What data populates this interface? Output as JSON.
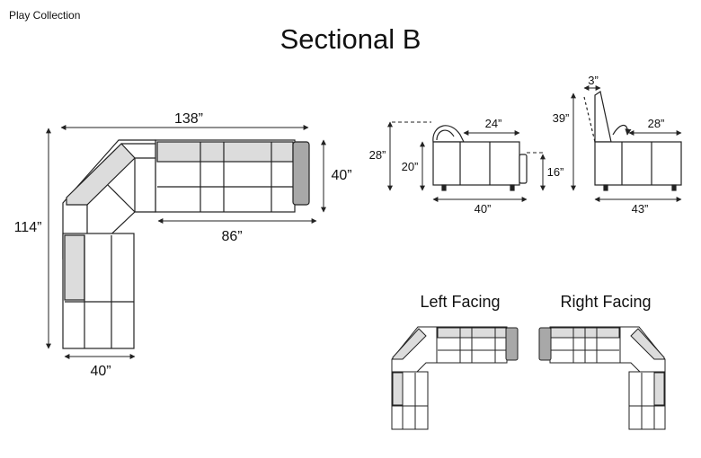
{
  "header": {
    "brand": "Play Collection",
    "title": "Sectional B"
  },
  "plan": {
    "width": "138”",
    "depth": "114”",
    "seat_depth": "40”",
    "chaise_seat_width": "40”",
    "long_side": "86”"
  },
  "side_view": {
    "height": "28”",
    "seat_height": "20”",
    "arm_height": "16”",
    "cushion_depth": "24”",
    "depth": "40”"
  },
  "recline_view": {
    "height": "39”",
    "headrest_tilt": "3”",
    "cushion_depth": "28”",
    "depth": "43”"
  },
  "variants": {
    "left_label": "Left Facing",
    "right_label": "Right Facing"
  },
  "colors": {
    "upholstery_fill": "#dcdcdc",
    "arm_fill": "#a8a8a8",
    "line": "#222222"
  }
}
